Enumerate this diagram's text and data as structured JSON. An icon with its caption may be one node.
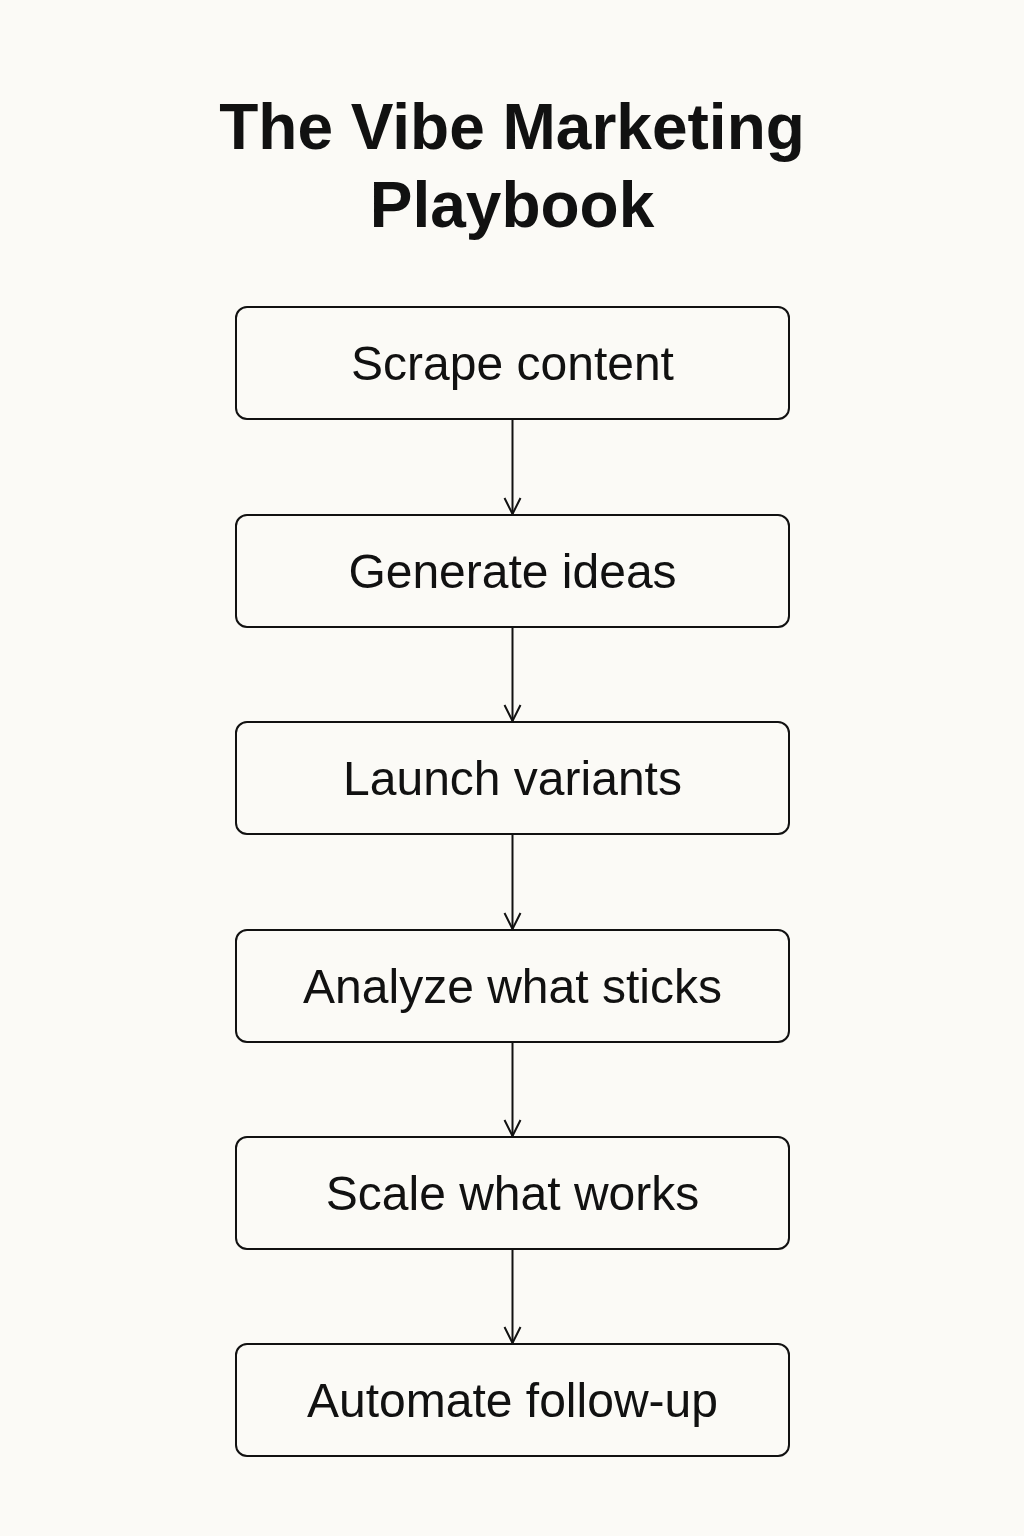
{
  "diagram": {
    "title": "The Vibe Marketing Playbook",
    "nodes": [
      {
        "text": [
          "Scrape content"
        ]
      },
      {
        "text": [
          "Generate ideas"
        ]
      },
      {
        "text": [
          "Launch variants"
        ]
      },
      {
        "text": [
          "Analyze what sticks"
        ]
      },
      {
        "text": [
          "Scale what works"
        ]
      },
      {
        "text": [
          "Automate follow-up"
        ]
      }
    ],
    "edges": [
      {
        "from": 0,
        "to": 1,
        "arrow": "to"
      },
      {
        "from": 1,
        "to": 2,
        "arrow": "to"
      },
      {
        "from": 2,
        "to": 3,
        "arrow": "to"
      },
      {
        "from": 3,
        "to": 4,
        "arrow": "to"
      },
      {
        "from": 4,
        "to": 5,
        "arrow": "to"
      }
    ]
  }
}
